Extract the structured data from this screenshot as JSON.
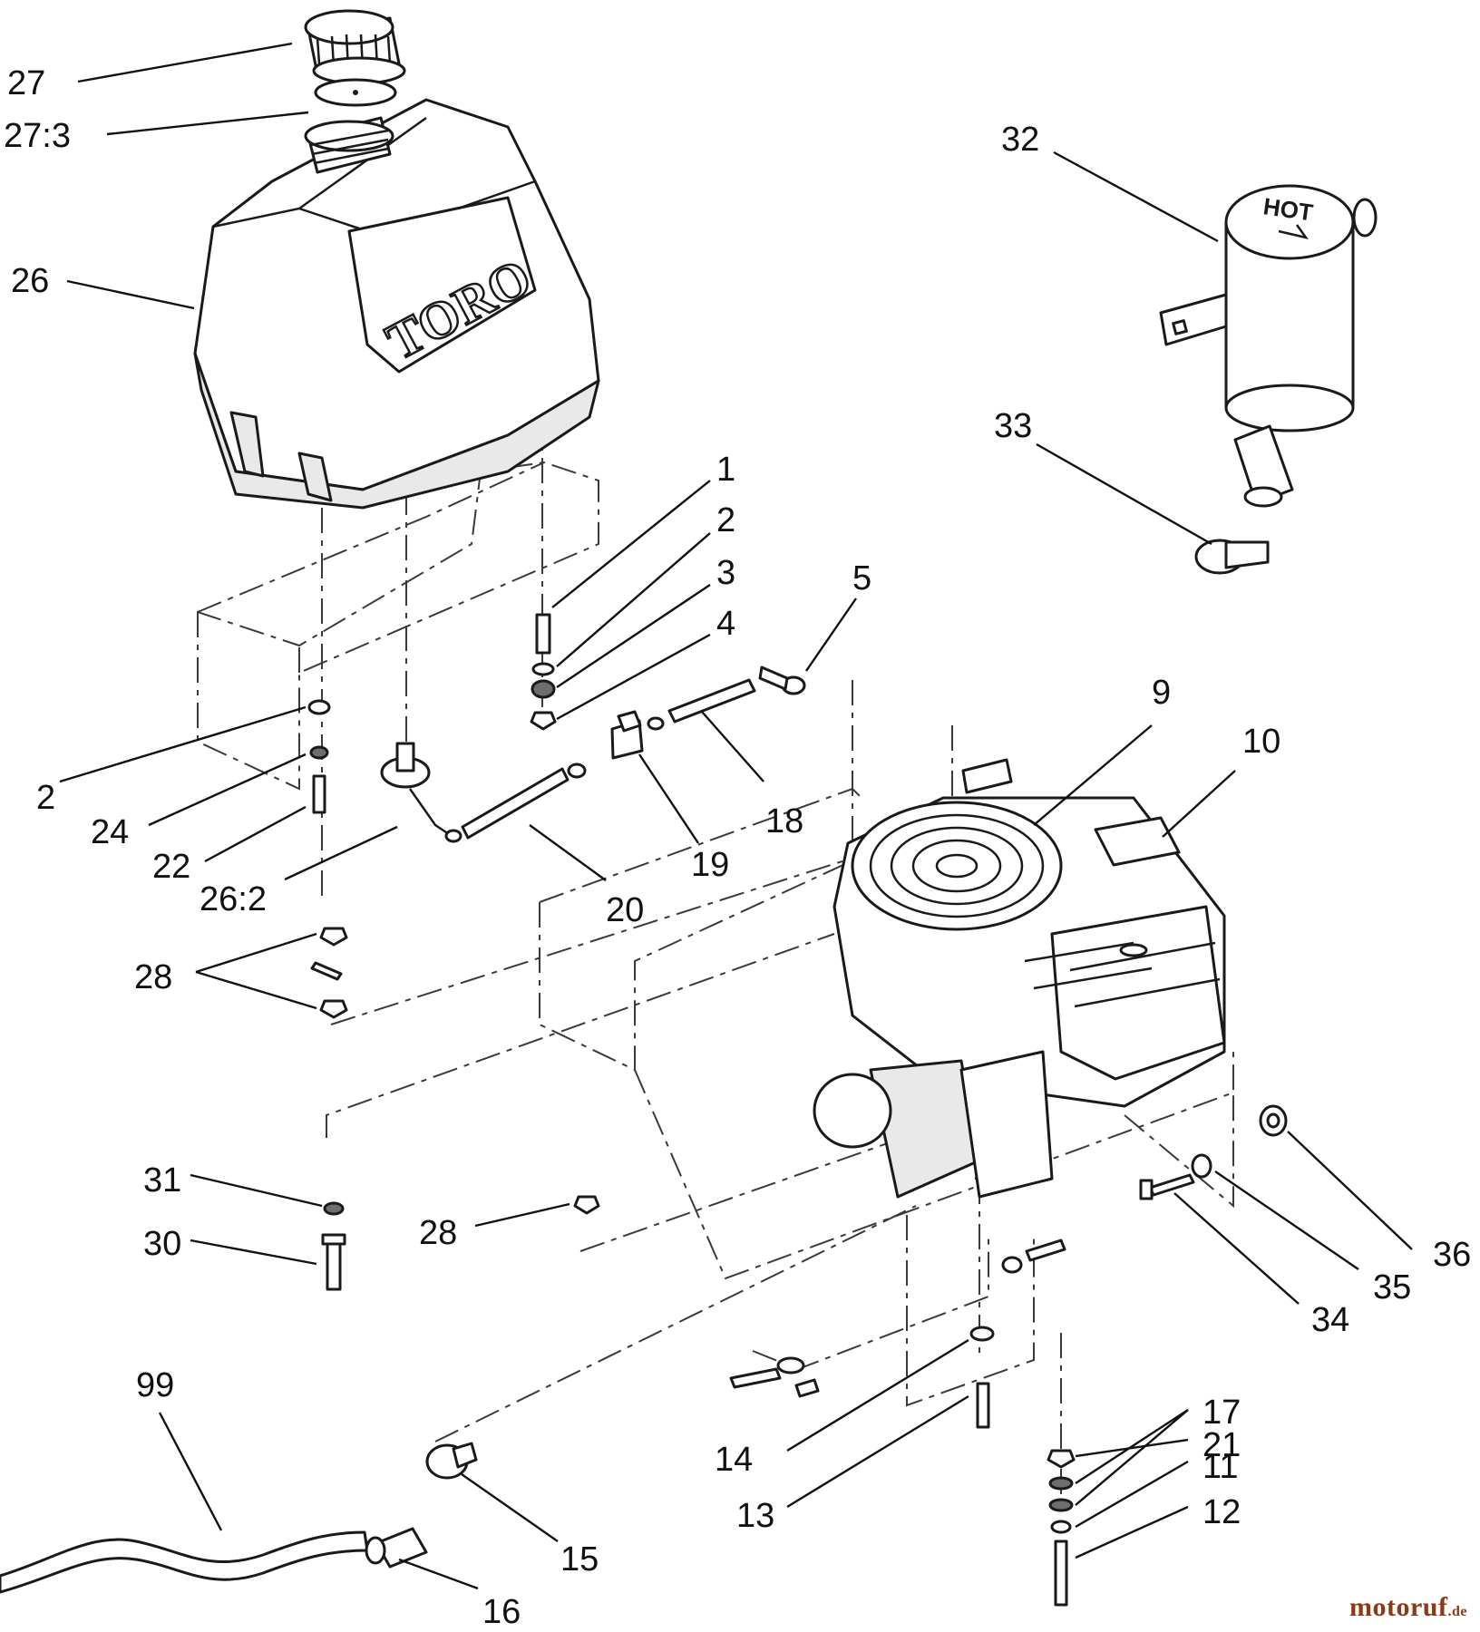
{
  "diagram": {
    "tank_brand": "TORO",
    "muffler_label": "HOT",
    "callouts": {
      "c27": "27",
      "c27_3": "27:3",
      "c26": "26",
      "c32": "32",
      "c33": "33",
      "c1": "1",
      "c2a": "2",
      "c3": "3",
      "c4": "4",
      "c5": "5",
      "c9": "9",
      "c10": "10",
      "c18": "18",
      "c19": "19",
      "c20": "20",
      "c2b": "2",
      "c24": "24",
      "c22": "22",
      "c26_2": "26:2",
      "c28a": "28",
      "c31": "31",
      "c30": "30",
      "c28b": "28",
      "c36": "36",
      "c35": "35",
      "c34": "34",
      "c21": "21",
      "c17": "17",
      "c11": "11",
      "c12": "12",
      "c14": "14",
      "c13": "13",
      "c99": "99",
      "c15": "15",
      "c16": "16"
    }
  },
  "watermark": {
    "name": "motoruf",
    "tld": ".de"
  }
}
